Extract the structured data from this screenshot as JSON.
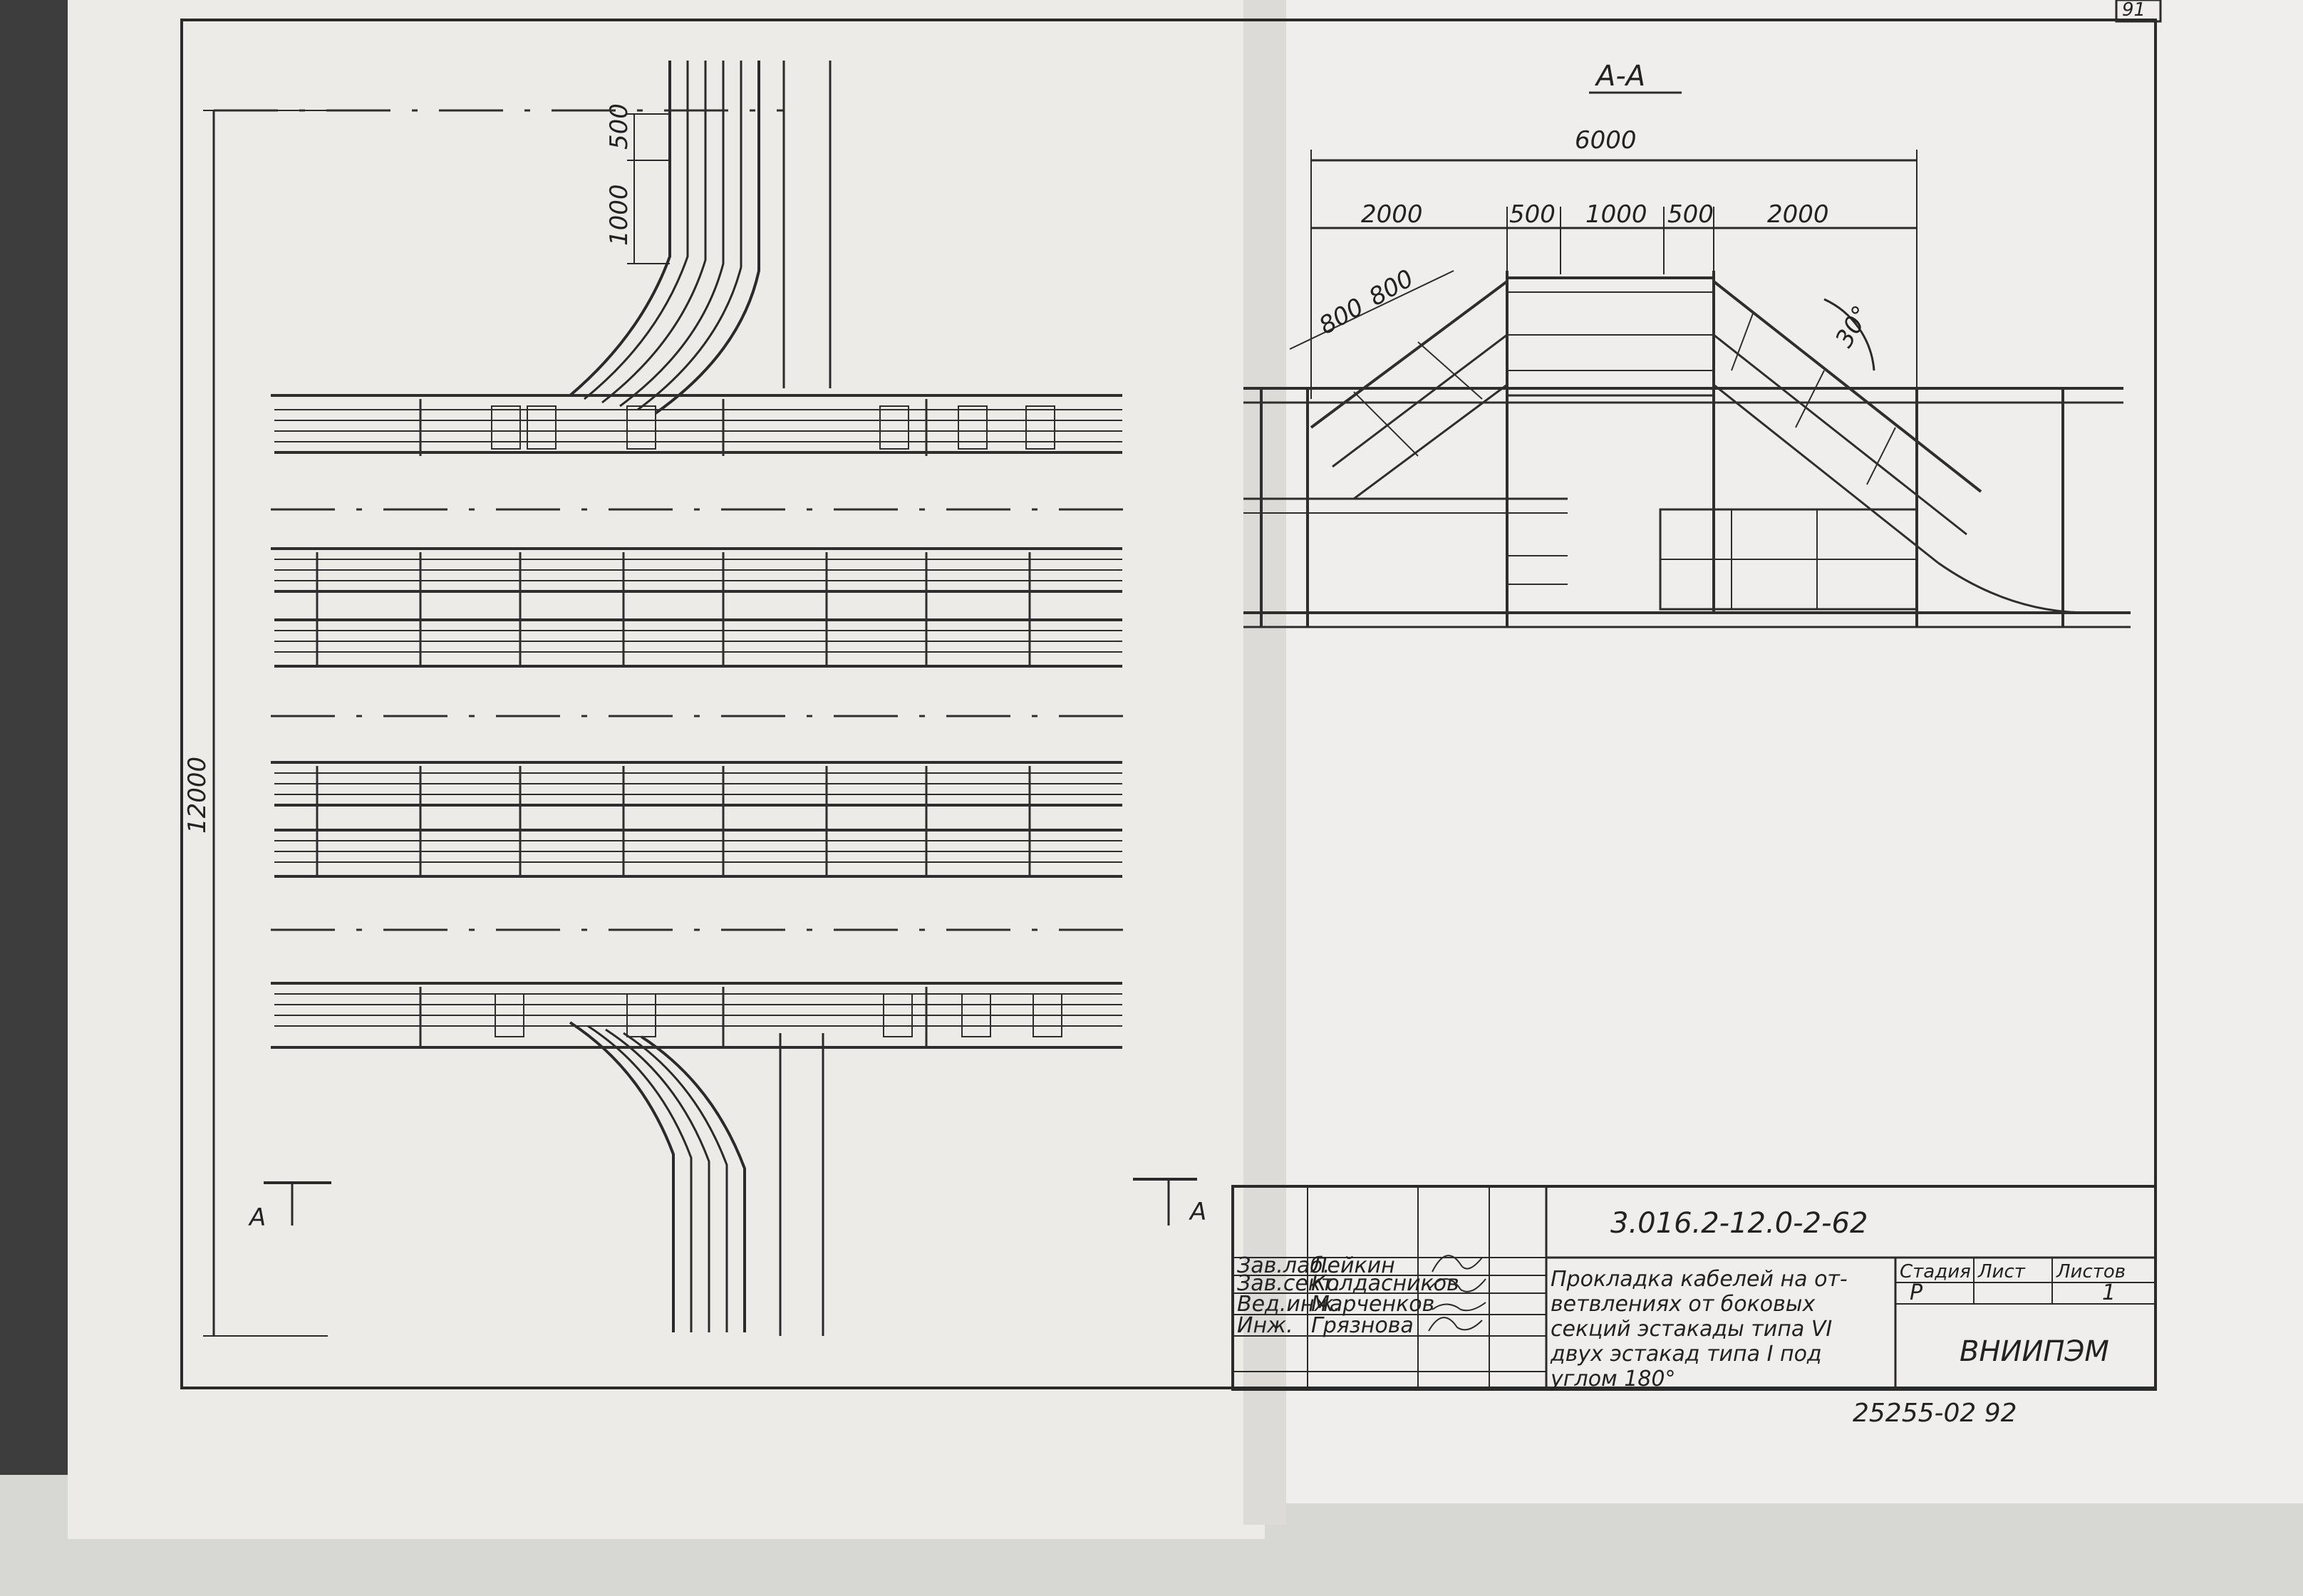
{
  "page_number": "91",
  "plan_view": {
    "dims": {
      "d500": "500",
      "d1000": "1000",
      "d12000": "12000"
    },
    "section_marker": "A"
  },
  "section": {
    "title": "A-A",
    "dims": {
      "overall": "6000",
      "left": "2000",
      "m1": "500",
      "mid": "1000",
      "m2": "500",
      "right": "2000",
      "slope1": "800",
      "slope2": "800",
      "angle": "30°"
    }
  },
  "title_block": {
    "doc_code": "3.016.2-12.0-2-62",
    "roles": [
      {
        "role": "Зав.лаб.",
        "name": "Лейкин"
      },
      {
        "role": "Зав.сект.",
        "name": "Колдасников"
      },
      {
        "role": "Вед.инж.",
        "name": "Марченков"
      },
      {
        "role": "Инж.",
        "name": "Грязнова"
      }
    ],
    "description": [
      "Прокладка кабелей на от-",
      "ветвлениях от боковых",
      "секций эстакады типа VI",
      "двух эстакад типа I под",
      "углом 180°"
    ],
    "headers": {
      "stage": "Стадия",
      "sheet": "Лист",
      "sheets": "Листов"
    },
    "values": {
      "stage": "Р",
      "sheet": "",
      "sheets": "1"
    },
    "org": "ВНИИПЭМ"
  },
  "archive_number": "25255-02 92"
}
